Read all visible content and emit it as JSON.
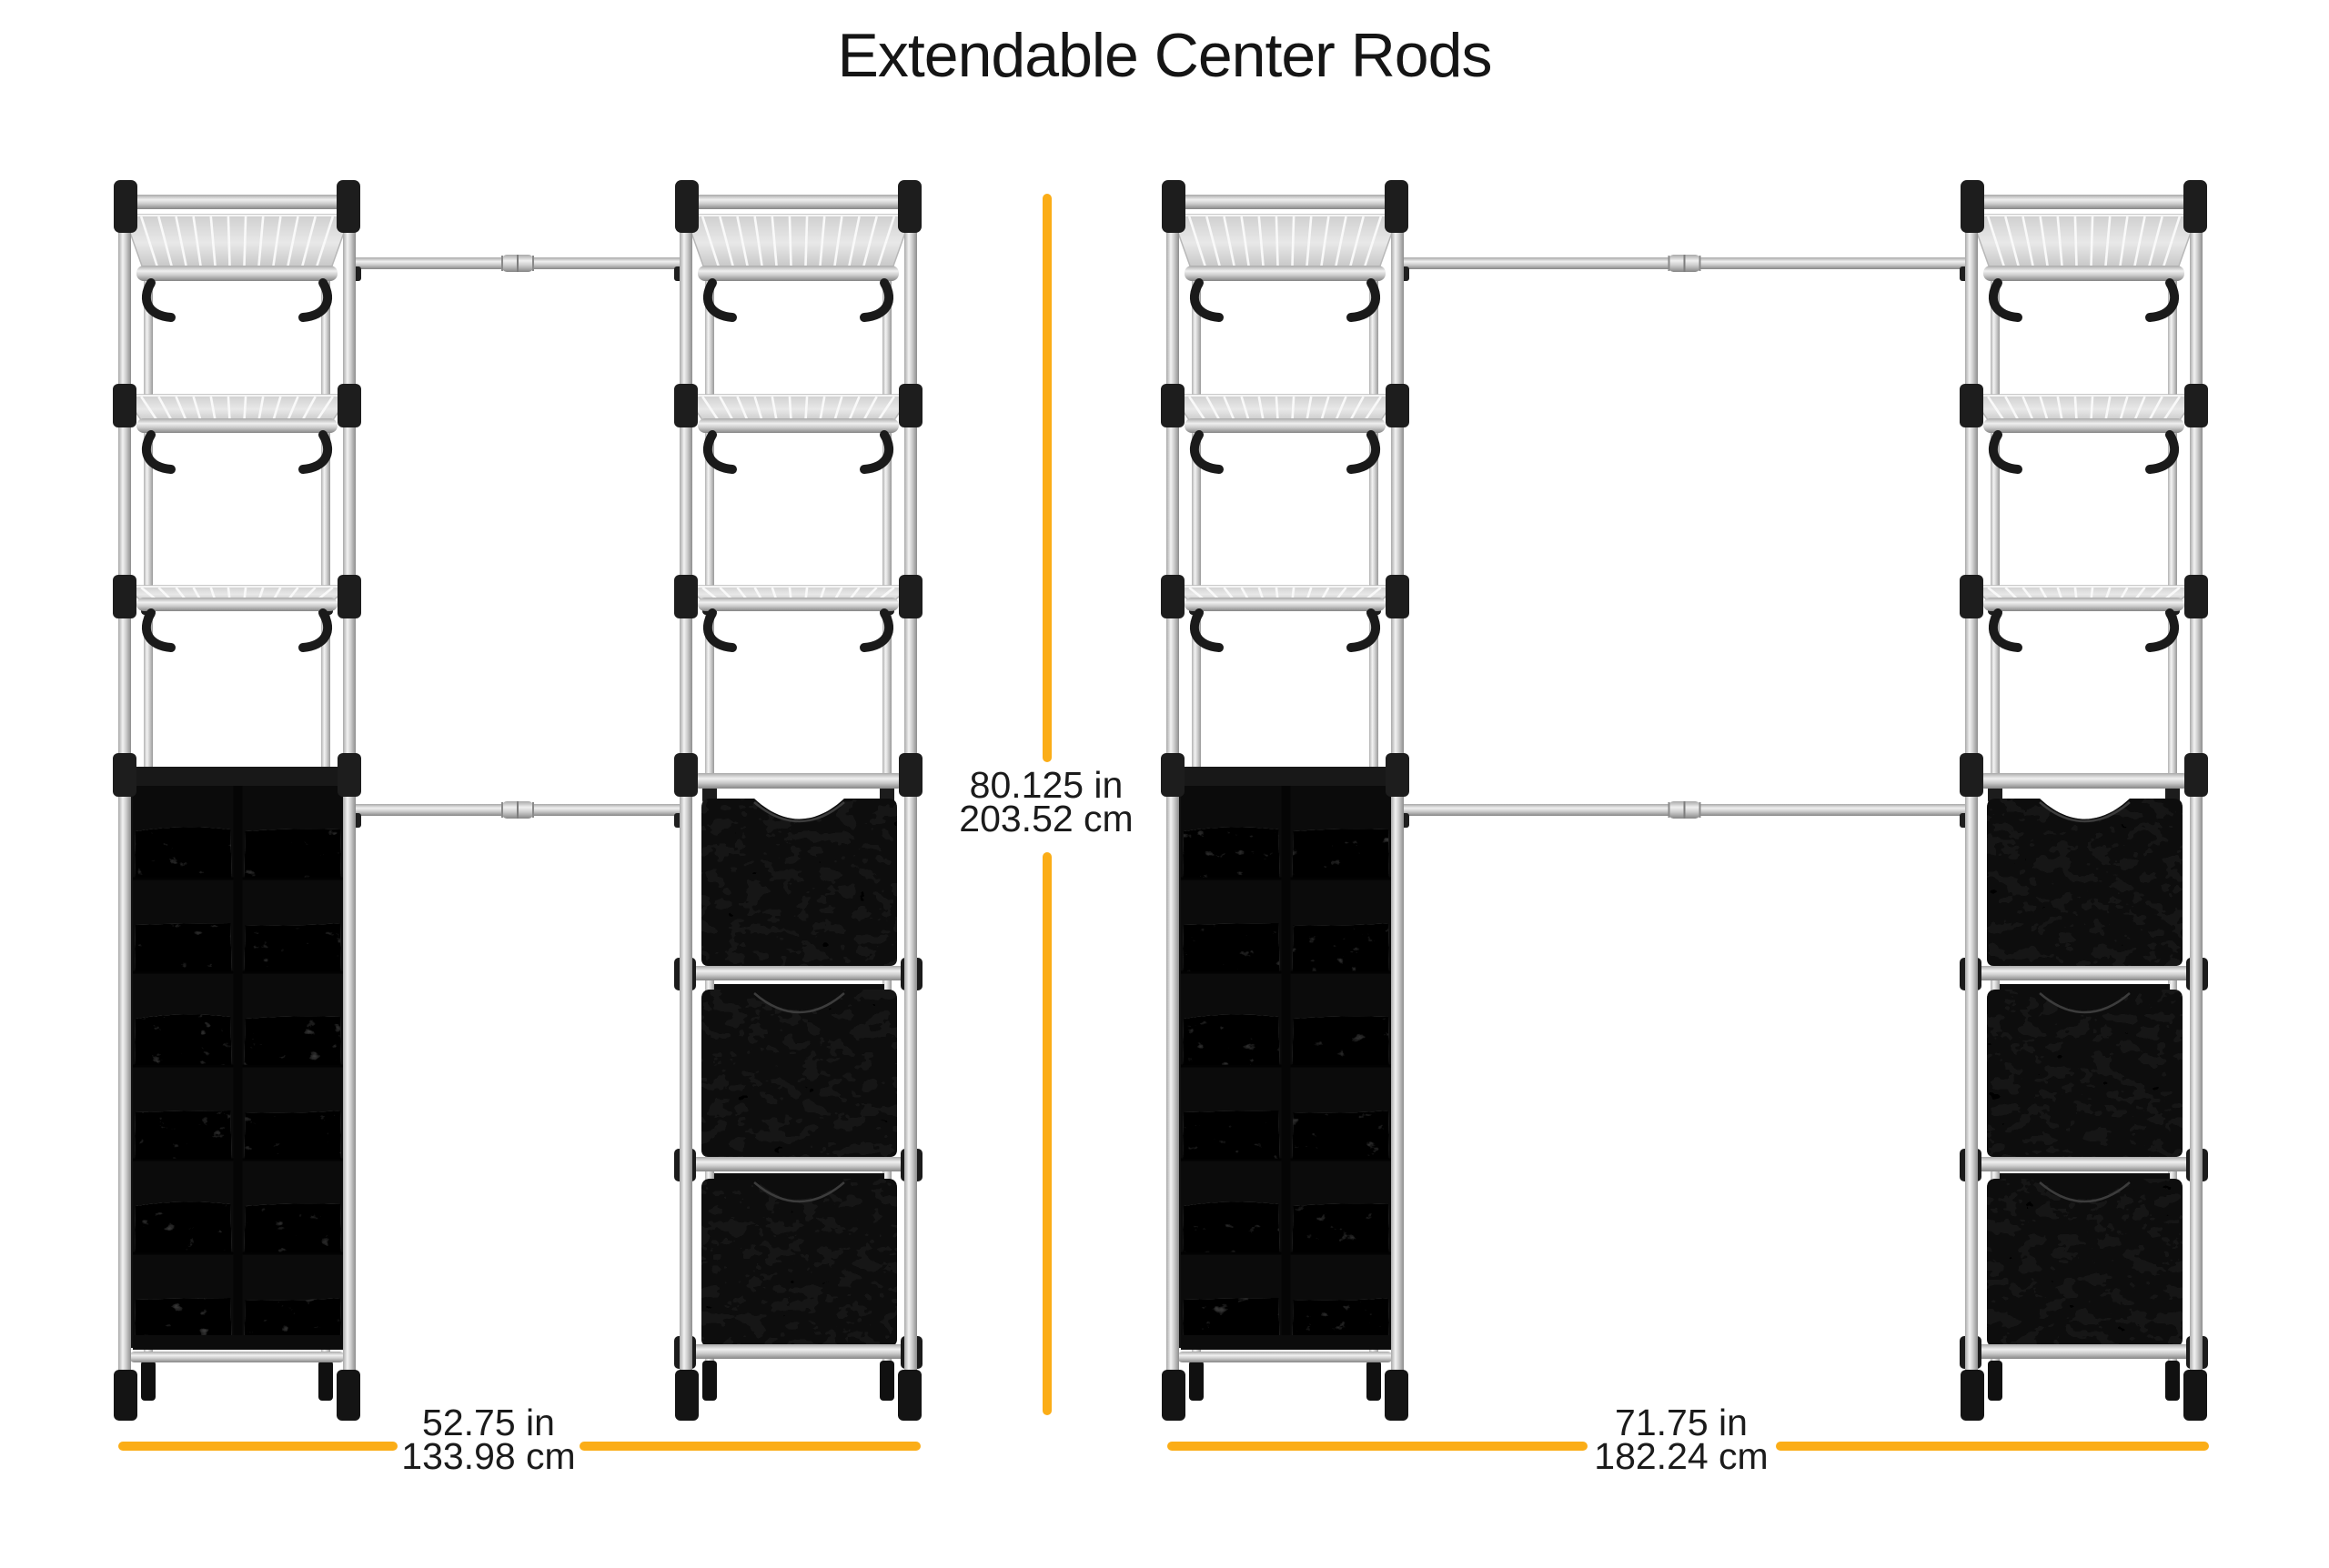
{
  "title": "Extendable Center Rods",
  "accent_color": "#FBAD17",
  "text_color": "#1b1b1b",
  "dimensions": {
    "height": {
      "label_in": "80.125 in",
      "label_cm": "203.52 cm"
    },
    "compact_width": {
      "label_in": "52.75 in",
      "label_cm": "133.98 cm"
    },
    "extended_width": {
      "label_in": "71.75 in",
      "label_cm": "182.24 cm"
    }
  }
}
